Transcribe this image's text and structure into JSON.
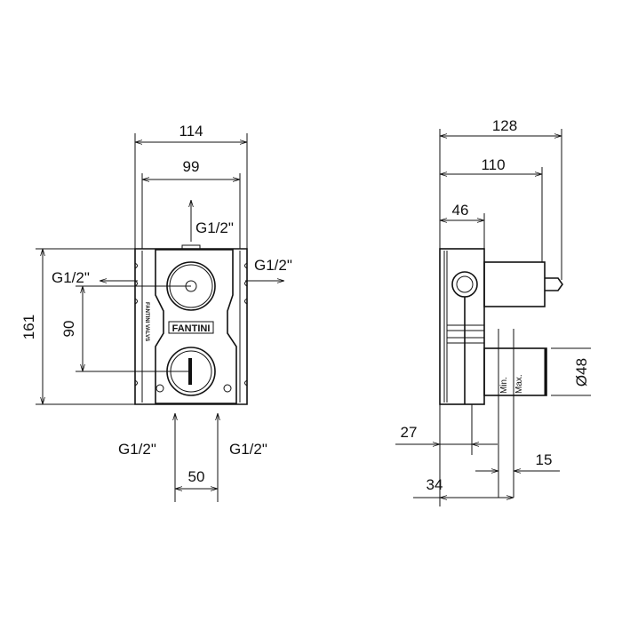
{
  "front_view": {
    "width_outer": "114",
    "width_inner": "99",
    "height": "161",
    "valve_spacing": "90",
    "inlet_spacing": "50",
    "outlet_top": "G1/2\"",
    "outlet_left": "G1/2\"",
    "outlet_right": "G1/2\"",
    "inlet_left": "G1/2\"",
    "inlet_right": "G1/2\"",
    "brand": "FANTINI",
    "side_text": "FANTINI VALVS"
  },
  "side_view": {
    "depth_total": "128",
    "depth_110": "110",
    "body_depth": "46",
    "min_depth": "27",
    "max_depth": "34",
    "range": "15",
    "diameter": "Ø48",
    "min_label": "Min.",
    "max_label": "Max."
  }
}
